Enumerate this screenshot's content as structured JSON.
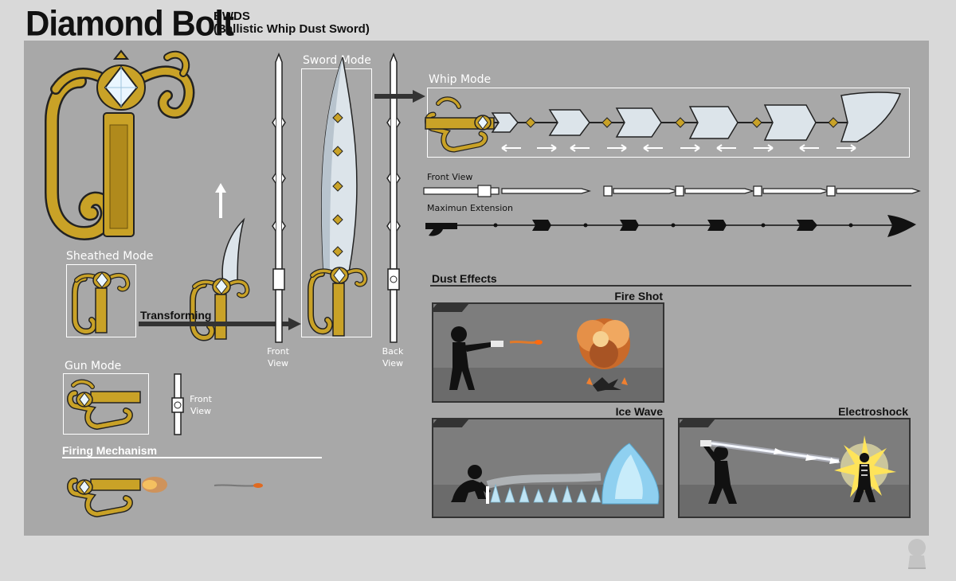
{
  "header": {
    "title": "Diamond Bolt",
    "code": "BWDS",
    "full_name": "(Ballistic Whip Dust Sword)"
  },
  "modes": {
    "sheathed": "Sheathed Mode",
    "gun": "Gun Mode",
    "sword": "Sword Mode",
    "whip": "Whip Mode",
    "transforming": "Transforming",
    "firing": "Firing Mechanism"
  },
  "views": {
    "front_view_sword": "Front\nView",
    "back_view_sword": "Back\nView",
    "front_view_gun": "Front\nView",
    "whip_front_view": "Front View",
    "max_extension": "Maximun Extension"
  },
  "dust": {
    "heading": "Dust Effects",
    "fire": "Fire Shot",
    "ice": "Ice Wave",
    "electro": "Electroshock"
  },
  "colors": {
    "gold": "#c9a227",
    "gold_dark": "#8a6a10",
    "blade": "#dce4ea",
    "canvas": "#a8a8a8",
    "panel": "#7d7d7d"
  }
}
